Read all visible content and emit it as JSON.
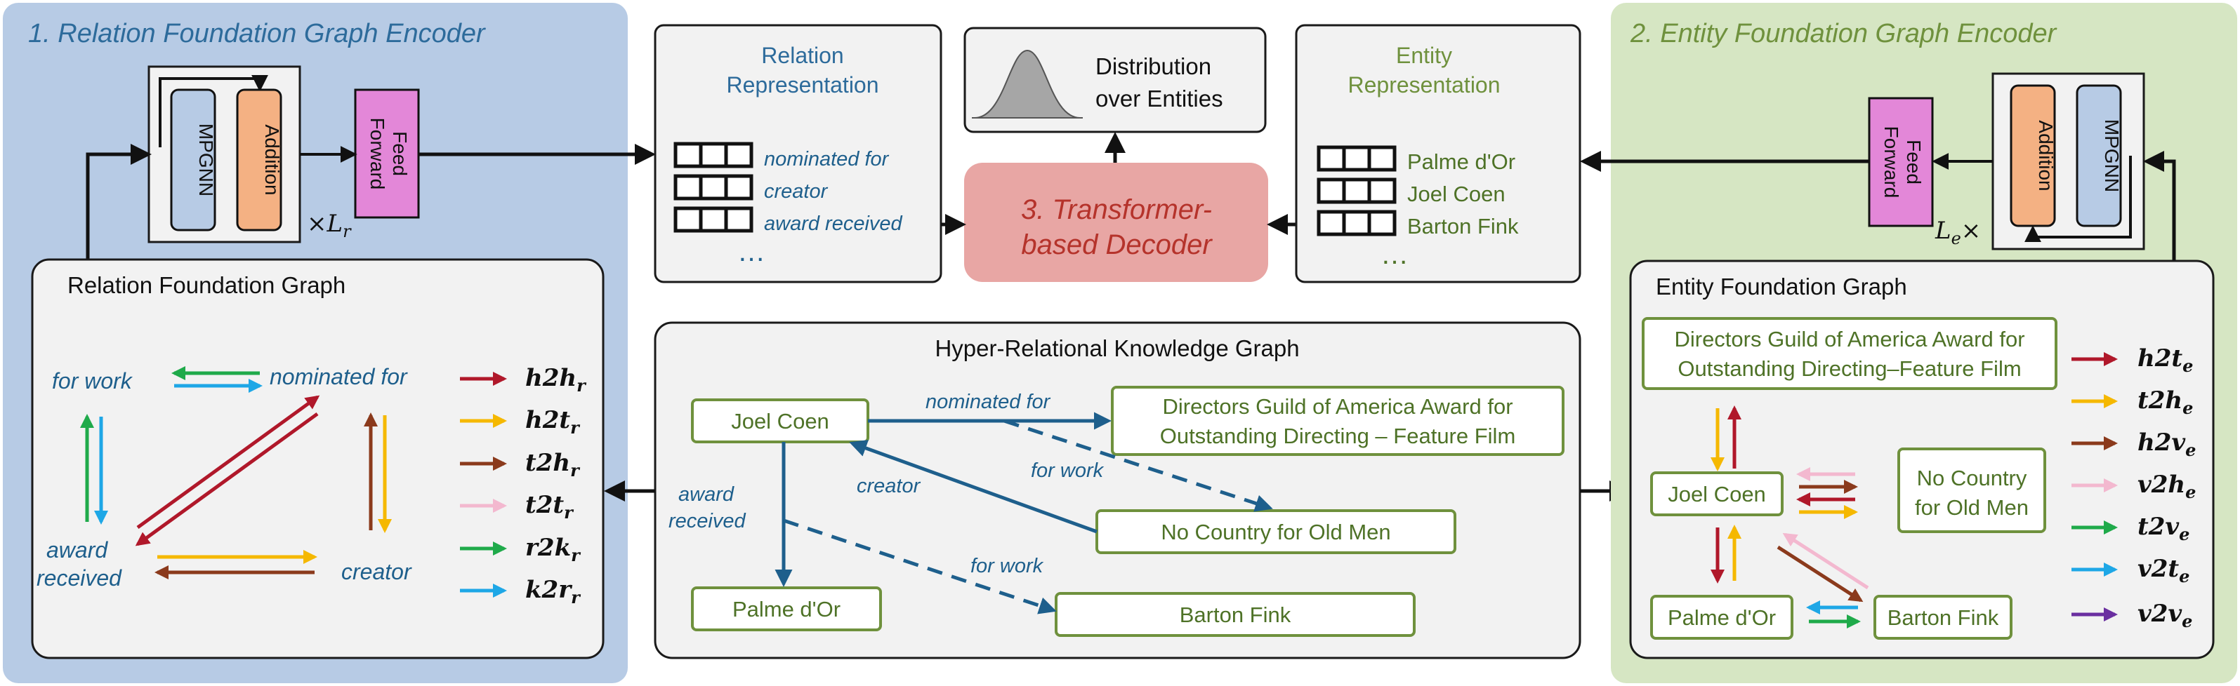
{
  "panels": {
    "relation_encoder": {
      "title": "1. Relation Foundation Graph Encoder",
      "factor": "×L",
      "factor_sub": "r"
    },
    "entity_encoder": {
      "title": "2. Entity Foundation Graph Encoder",
      "factor": "L",
      "factor_sub": "e",
      "factor_suffix": "×"
    },
    "decoder": {
      "title_line1": "3. Transformer-",
      "title_line2": "based Decoder"
    }
  },
  "modules": {
    "mpgnn": "MPGNN",
    "addition": "Addition",
    "feed_forward_line1": "Feed",
    "feed_forward_line2": "Forward"
  },
  "relation_representation": {
    "title_line1": "Relation",
    "title_line2": "Representation",
    "items": [
      "nominated for",
      "creator",
      "award received"
    ],
    "more": "…"
  },
  "entity_representation": {
    "title_line1": "Entity",
    "title_line2": "Representation",
    "items": [
      "Palme d'Or",
      "Joel Coen",
      "Barton Fink"
    ],
    "more": "…"
  },
  "distribution": {
    "line1": "Distribution",
    "line2": "over Entities"
  },
  "relation_graph": {
    "title": "Relation Foundation Graph",
    "nodes": {
      "for_work": "for work",
      "nominated_for": "nominated for",
      "award_received_1": "award",
      "award_received_2": "received",
      "creator": "creator"
    },
    "legend": [
      {
        "base": "h2h",
        "sub": "r",
        "color": "#b0182a"
      },
      {
        "base": "h2t",
        "sub": "r",
        "color": "#f5b800"
      },
      {
        "base": "t2h",
        "sub": "r",
        "color": "#8b3a1c"
      },
      {
        "base": "t2t",
        "sub": "r",
        "color": "#f3b8cf"
      },
      {
        "base": "r2k",
        "sub": "r",
        "color": "#1faa4a"
      },
      {
        "base": "k2r",
        "sub": "r",
        "color": "#1ea7e6"
      }
    ]
  },
  "hyper_graph": {
    "title": "Hyper-Relational Knowledge Graph",
    "nodes": {
      "joel_coen": "Joel Coen",
      "dga_line1": "Directors Guild of America Award for",
      "dga_line2": "Outstanding Directing – Feature Film",
      "no_country": "No Country for Old Men",
      "palme": "Palme d'Or",
      "barton": "Barton Fink"
    },
    "edges": {
      "nominated_for": "nominated for",
      "for_work_1": "for work",
      "creator": "creator",
      "award_1": "award",
      "award_2": "received",
      "for_work_2": "for work"
    }
  },
  "entity_graph": {
    "title": "Entity Foundation Graph",
    "nodes": {
      "dga_line1": "Directors Guild of America Award for",
      "dga_line2": "Outstanding Directing–Feature Film",
      "joel_coen": "Joel Coen",
      "no_country_1": "No Country",
      "no_country_2": "for Old Men",
      "palme": "Palme d'Or",
      "barton": "Barton Fink"
    },
    "legend": [
      {
        "base": "h2t",
        "sub": "e",
        "color": "#b0182a"
      },
      {
        "base": "t2h",
        "sub": "e",
        "color": "#f5b800"
      },
      {
        "base": "h2v",
        "sub": "e",
        "color": "#8b3a1c"
      },
      {
        "base": "v2h",
        "sub": "e",
        "color": "#f3b8cf"
      },
      {
        "base": "t2v",
        "sub": "e",
        "color": "#1faa4a"
      },
      {
        "base": "v2t",
        "sub": "e",
        "color": "#1ea7e6"
      },
      {
        "base": "v2v",
        "sub": "e",
        "color": "#6a2fa0"
      }
    ]
  },
  "colors": {
    "relation_blue": "#2d6b9b",
    "entity_green": "#6f913d",
    "decoder_red": "#b5332b"
  }
}
